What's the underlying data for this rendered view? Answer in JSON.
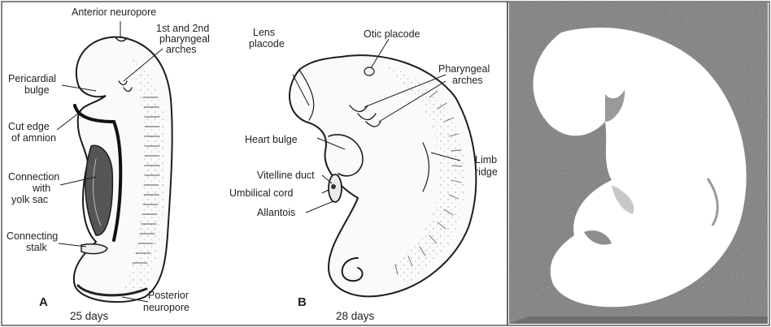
{
  "panel_a": {
    "letter": "A",
    "age": "25 days",
    "labels": {
      "anterior_neuropore": "Anterior neuropore",
      "pharyngeal_arches_line1": "1st and 2nd",
      "pharyngeal_arches_line2": "pharyngeal",
      "pharyngeal_arches_line3": "arches",
      "pericardial_line1": "Pericardial",
      "pericardial_line2": "bulge",
      "cut_edge_line1": "Cut edge",
      "cut_edge_line2": "of amnion",
      "connection_line1": "Connection",
      "connection_line2": "with",
      "connection_line3": "yolk sac",
      "connecting_stalk_line1": "Connecting",
      "connecting_stalk_line2": "stalk",
      "posterior_line1": "Posterior",
      "posterior_line2": "neuropore"
    }
  },
  "panel_b": {
    "letter": "B",
    "age": "28 days",
    "labels": {
      "lens_line1": "Lens",
      "lens_line2": "placode",
      "otic_placode": "Otic placode",
      "pharyngeal_line1": "Pharyngeal",
      "pharyngeal_line2": "arches",
      "heart_bulge": "Heart bulge",
      "limb_line1": "Limb",
      "limb_line2": "ridge",
      "vitelline_duct": "Vitelline duct",
      "umbilical_cord": "Umbilical cord",
      "allantois": "Allantois"
    }
  }
}
